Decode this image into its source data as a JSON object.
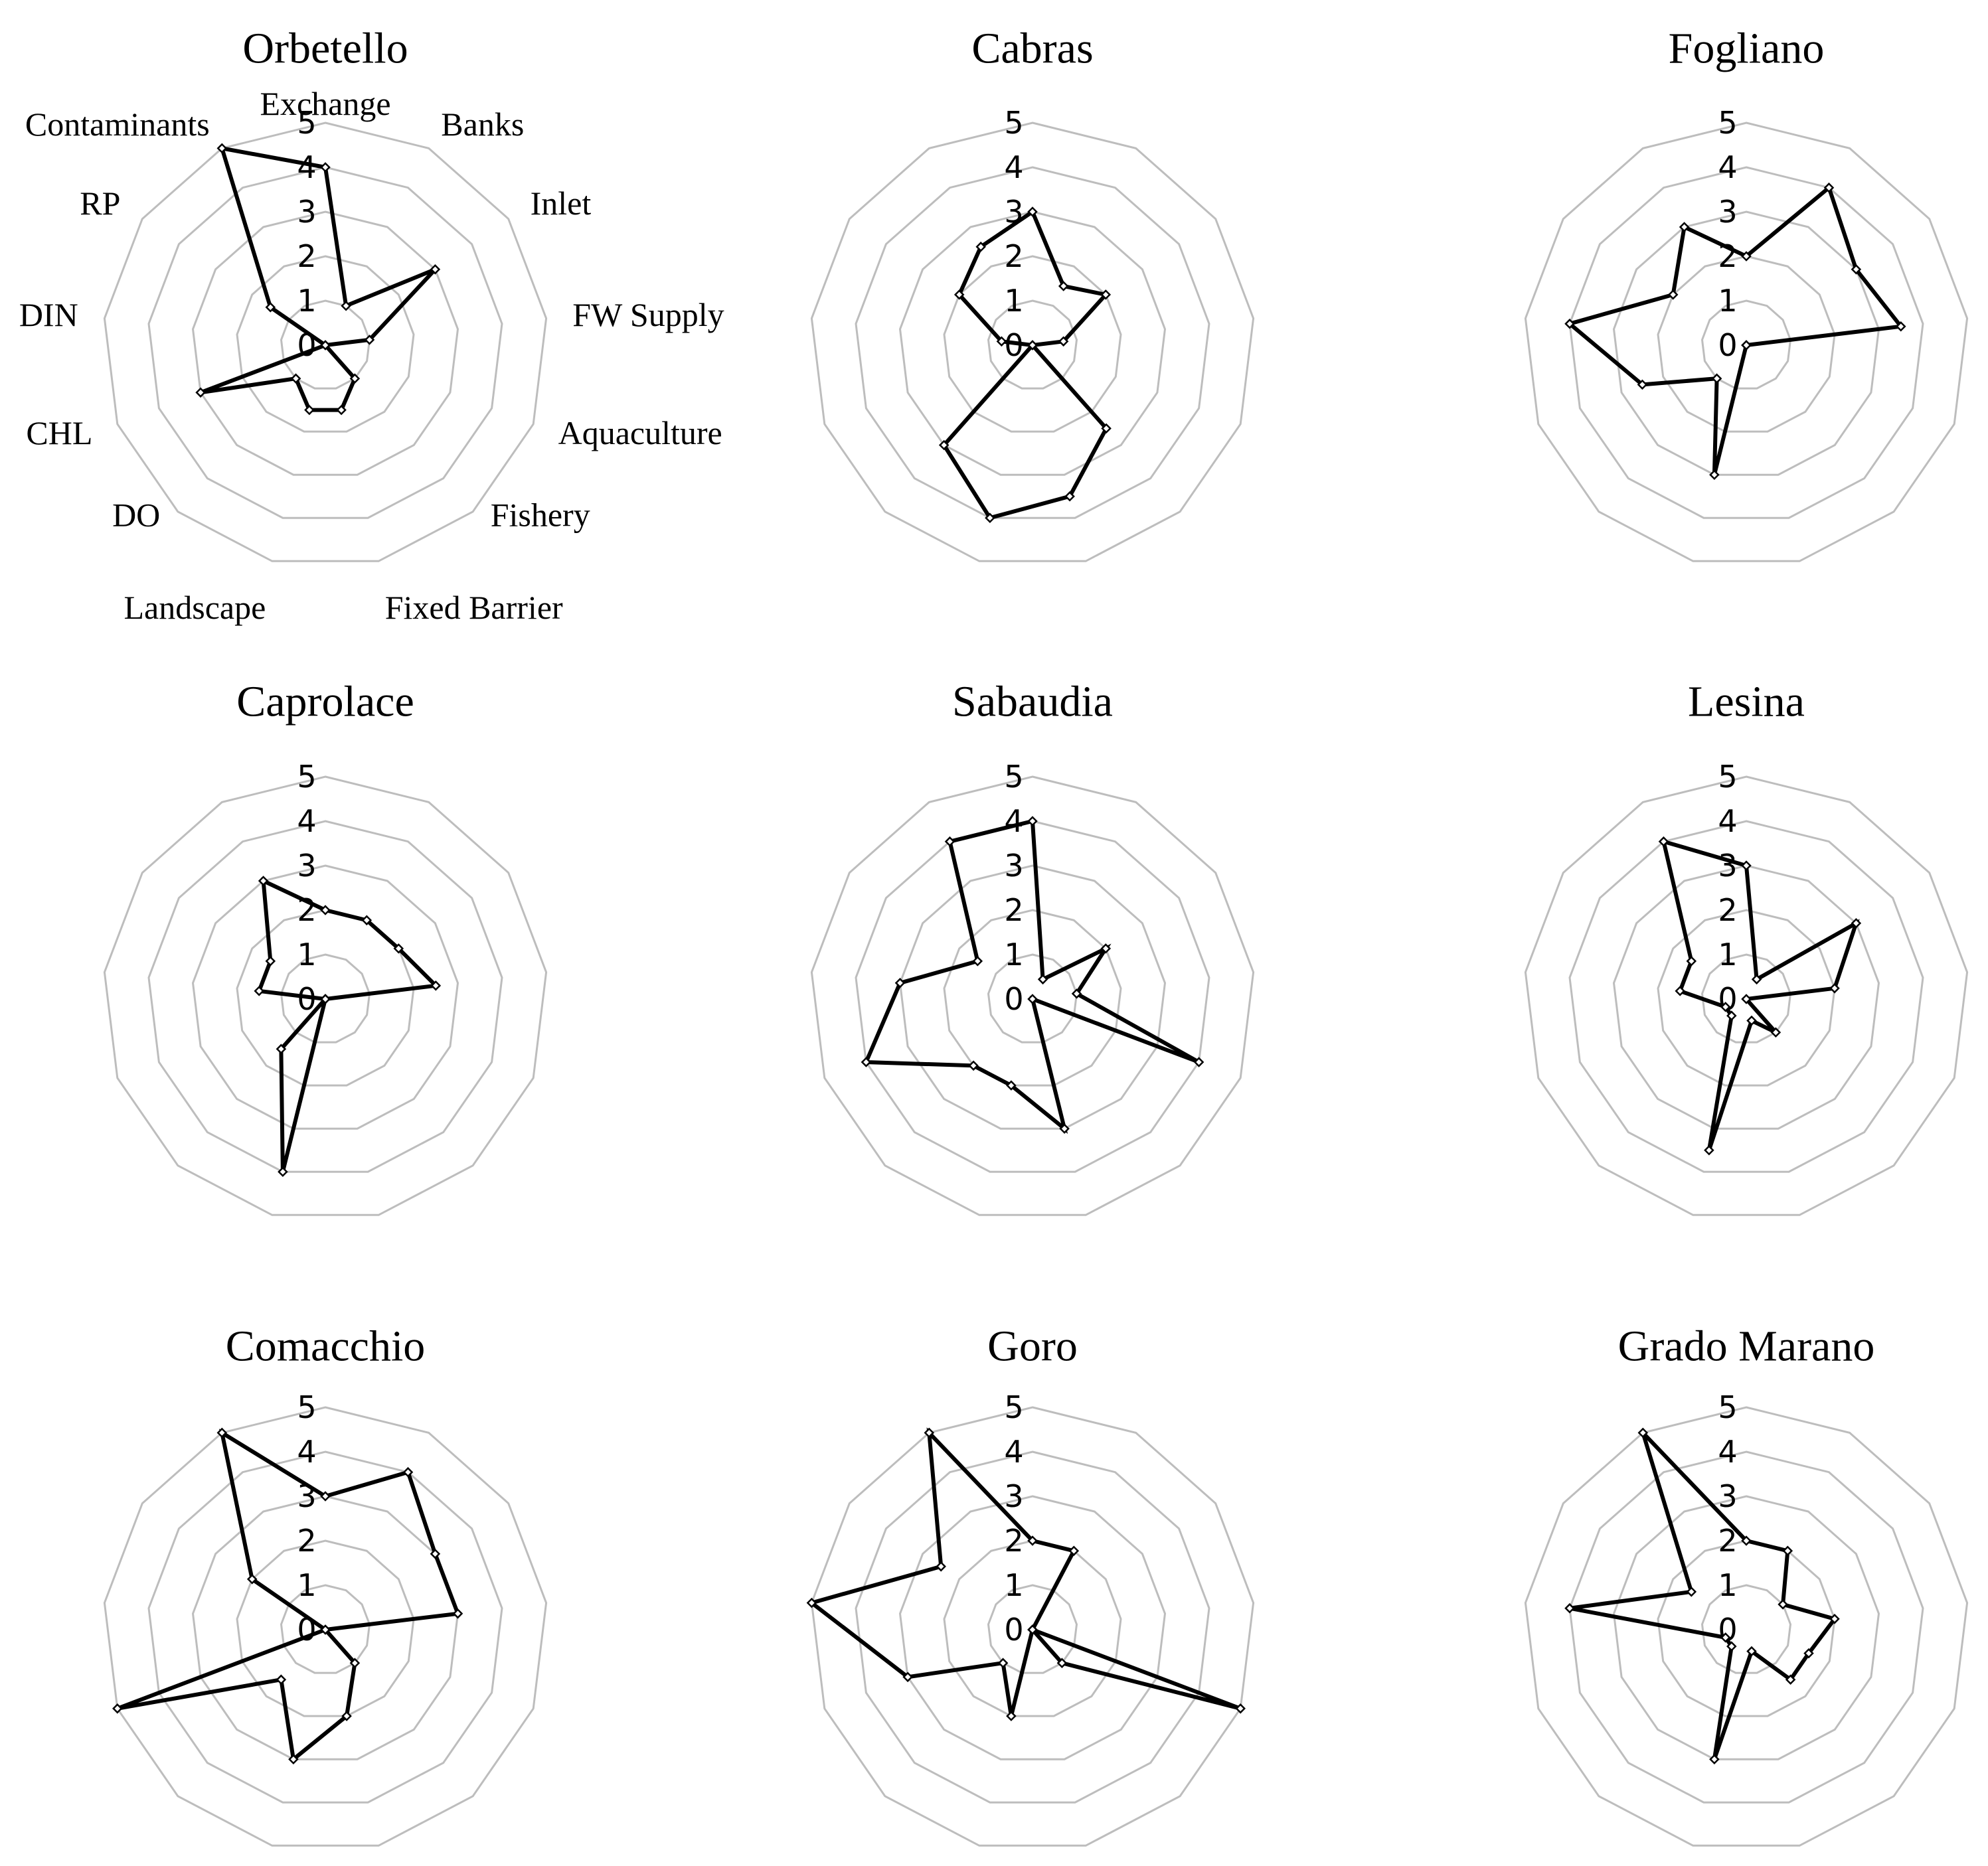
{
  "chart_data": [
    {
      "type": "radar",
      "title": "Orbetello",
      "axes": [
        "Exchange",
        "Banks",
        "Inlet",
        "FW Supply",
        "Aquaculture",
        "Fishery",
        "Fixed Barrier",
        "Landscape",
        "DO",
        "CHL",
        "DIN",
        "RP",
        "Contaminants"
      ],
      "show_axis_labels": true,
      "rlim": [
        0,
        5
      ],
      "ticks": [
        "0",
        "1",
        "2",
        "3",
        "4",
        "5"
      ],
      "grid": true,
      "values": [
        4,
        1,
        3,
        1,
        0,
        1,
        1.5,
        1.5,
        1,
        3,
        0,
        1.5,
        5
      ]
    },
    {
      "type": "radar",
      "title": "Cabras",
      "axes": [
        "Exchange",
        "Banks",
        "Inlet",
        "FW Supply",
        "Aquaculture",
        "Fishery",
        "Fixed Barrier",
        "Landscape",
        "DO",
        "CHL",
        "DIN",
        "RP",
        "Contaminants"
      ],
      "show_axis_labels": false,
      "rlim": [
        0,
        5
      ],
      "ticks": [
        "0",
        "1",
        "2",
        "3",
        "4",
        "5"
      ],
      "grid": true,
      "values": [
        3,
        1.5,
        2,
        0.7,
        0,
        2.5,
        3.5,
        4,
        3,
        0,
        0.7,
        2,
        2.5
      ]
    },
    {
      "type": "radar",
      "title": "Fogliano",
      "axes": [
        "Exchange",
        "Banks",
        "Inlet",
        "FW Supply",
        "Aquaculture",
        "Fishery",
        "Fixed Barrier",
        "Landscape",
        "DO",
        "CHL",
        "DIN",
        "RP",
        "Contaminants"
      ],
      "show_axis_labels": false,
      "rlim": [
        0,
        5
      ],
      "ticks": [
        "0",
        "1",
        "2",
        "3",
        "4",
        "5"
      ],
      "grid": true,
      "values": [
        2,
        4,
        3,
        3.5,
        0,
        0,
        0,
        3,
        1,
        2.5,
        4,
        2,
        3
      ]
    },
    {
      "type": "radar",
      "title": "Caprolace",
      "axes": [
        "Exchange",
        "Banks",
        "Inlet",
        "FW Supply",
        "Aquaculture",
        "Fishery",
        "Fixed Barrier",
        "Landscape",
        "DO",
        "CHL",
        "DIN",
        "RP",
        "Contaminants"
      ],
      "show_axis_labels": false,
      "rlim": [
        0,
        5
      ],
      "ticks": [
        "0",
        "1",
        "2",
        "3",
        "4",
        "5"
      ],
      "grid": true,
      "values": [
        2,
        2,
        2,
        2.5,
        0,
        0,
        0,
        4,
        1.5,
        0,
        1.5,
        1.5,
        3
      ]
    },
    {
      "type": "radar",
      "title": "Sabaudia",
      "axes": [
        "Exchange",
        "Banks",
        "Inlet",
        "FW Supply",
        "Aquaculture",
        "Fishery",
        "Fixed Barrier",
        "Landscape",
        "DO",
        "CHL",
        "DIN",
        "RP",
        "Contaminants"
      ],
      "show_axis_labels": false,
      "rlim": [
        0,
        5
      ],
      "ticks": [
        "0",
        "1",
        "2",
        "3",
        "4",
        "5"
      ],
      "grid": true,
      "values": [
        4,
        0.5,
        2,
        1,
        4,
        0,
        3,
        2,
        2,
        4,
        3,
        1.5,
        4
      ]
    },
    {
      "type": "radar",
      "title": "Lesina",
      "axes": [
        "Exchange",
        "Banks",
        "Inlet",
        "FW Supply",
        "Aquaculture",
        "Fishery",
        "Fixed Barrier",
        "Landscape",
        "DO",
        "CHL",
        "DIN",
        "RP",
        "Contaminants"
      ],
      "show_axis_labels": false,
      "rlim": [
        0,
        5
      ],
      "ticks": [
        "0",
        "1",
        "2",
        "3",
        "4",
        "5"
      ],
      "grid": true,
      "values": [
        3,
        0.5,
        3,
        2,
        0,
        1,
        0.5,
        3.5,
        0.5,
        0.5,
        1.5,
        1.5,
        4
      ]
    },
    {
      "type": "radar",
      "title": "Comacchio",
      "axes": [
        "Exchange",
        "Banks",
        "Inlet",
        "FW Supply",
        "Aquaculture",
        "Fishery",
        "Fixed Barrier",
        "Landscape",
        "DO",
        "CHL",
        "DIN",
        "RP",
        "Contaminants"
      ],
      "show_axis_labels": false,
      "rlim": [
        0,
        5
      ],
      "ticks": [
        "0",
        "1",
        "2",
        "3",
        "4",
        "5"
      ],
      "grid": true,
      "values": [
        3,
        4,
        3,
        3,
        0,
        1,
        2,
        3,
        1.5,
        5,
        0,
        2,
        5
      ]
    },
    {
      "type": "radar",
      "title": "Goro",
      "axes": [
        "Exchange",
        "Banks",
        "Inlet",
        "FW Supply",
        "Aquaculture",
        "Fishery",
        "Fixed Barrier",
        "Landscape",
        "DO",
        "CHL",
        "DIN",
        "RP",
        "Contaminants"
      ],
      "show_axis_labels": false,
      "rlim": [
        0,
        5
      ],
      "ticks": [
        "0",
        "1",
        "2",
        "3",
        "4",
        "5"
      ],
      "grid": true,
      "values": [
        2,
        2,
        0,
        0,
        5,
        1,
        0,
        2,
        1,
        3,
        5,
        2.5,
        5
      ]
    },
    {
      "type": "radar",
      "title": "Grado Marano",
      "axes": [
        "Exchange",
        "Banks",
        "Inlet",
        "FW Supply",
        "Aquaculture",
        "Fishery",
        "Fixed Barrier",
        "Landscape",
        "DO",
        "CHL",
        "DIN",
        "RP",
        "Contaminants"
      ],
      "show_axis_labels": false,
      "rlim": [
        0,
        5
      ],
      "ticks": [
        "0",
        "1",
        "2",
        "3",
        "4",
        "5"
      ],
      "grid": true,
      "values": [
        2,
        2,
        1,
        2,
        1.5,
        1.5,
        0.5,
        3,
        0.5,
        0.5,
        4,
        1.5,
        5
      ]
    }
  ]
}
